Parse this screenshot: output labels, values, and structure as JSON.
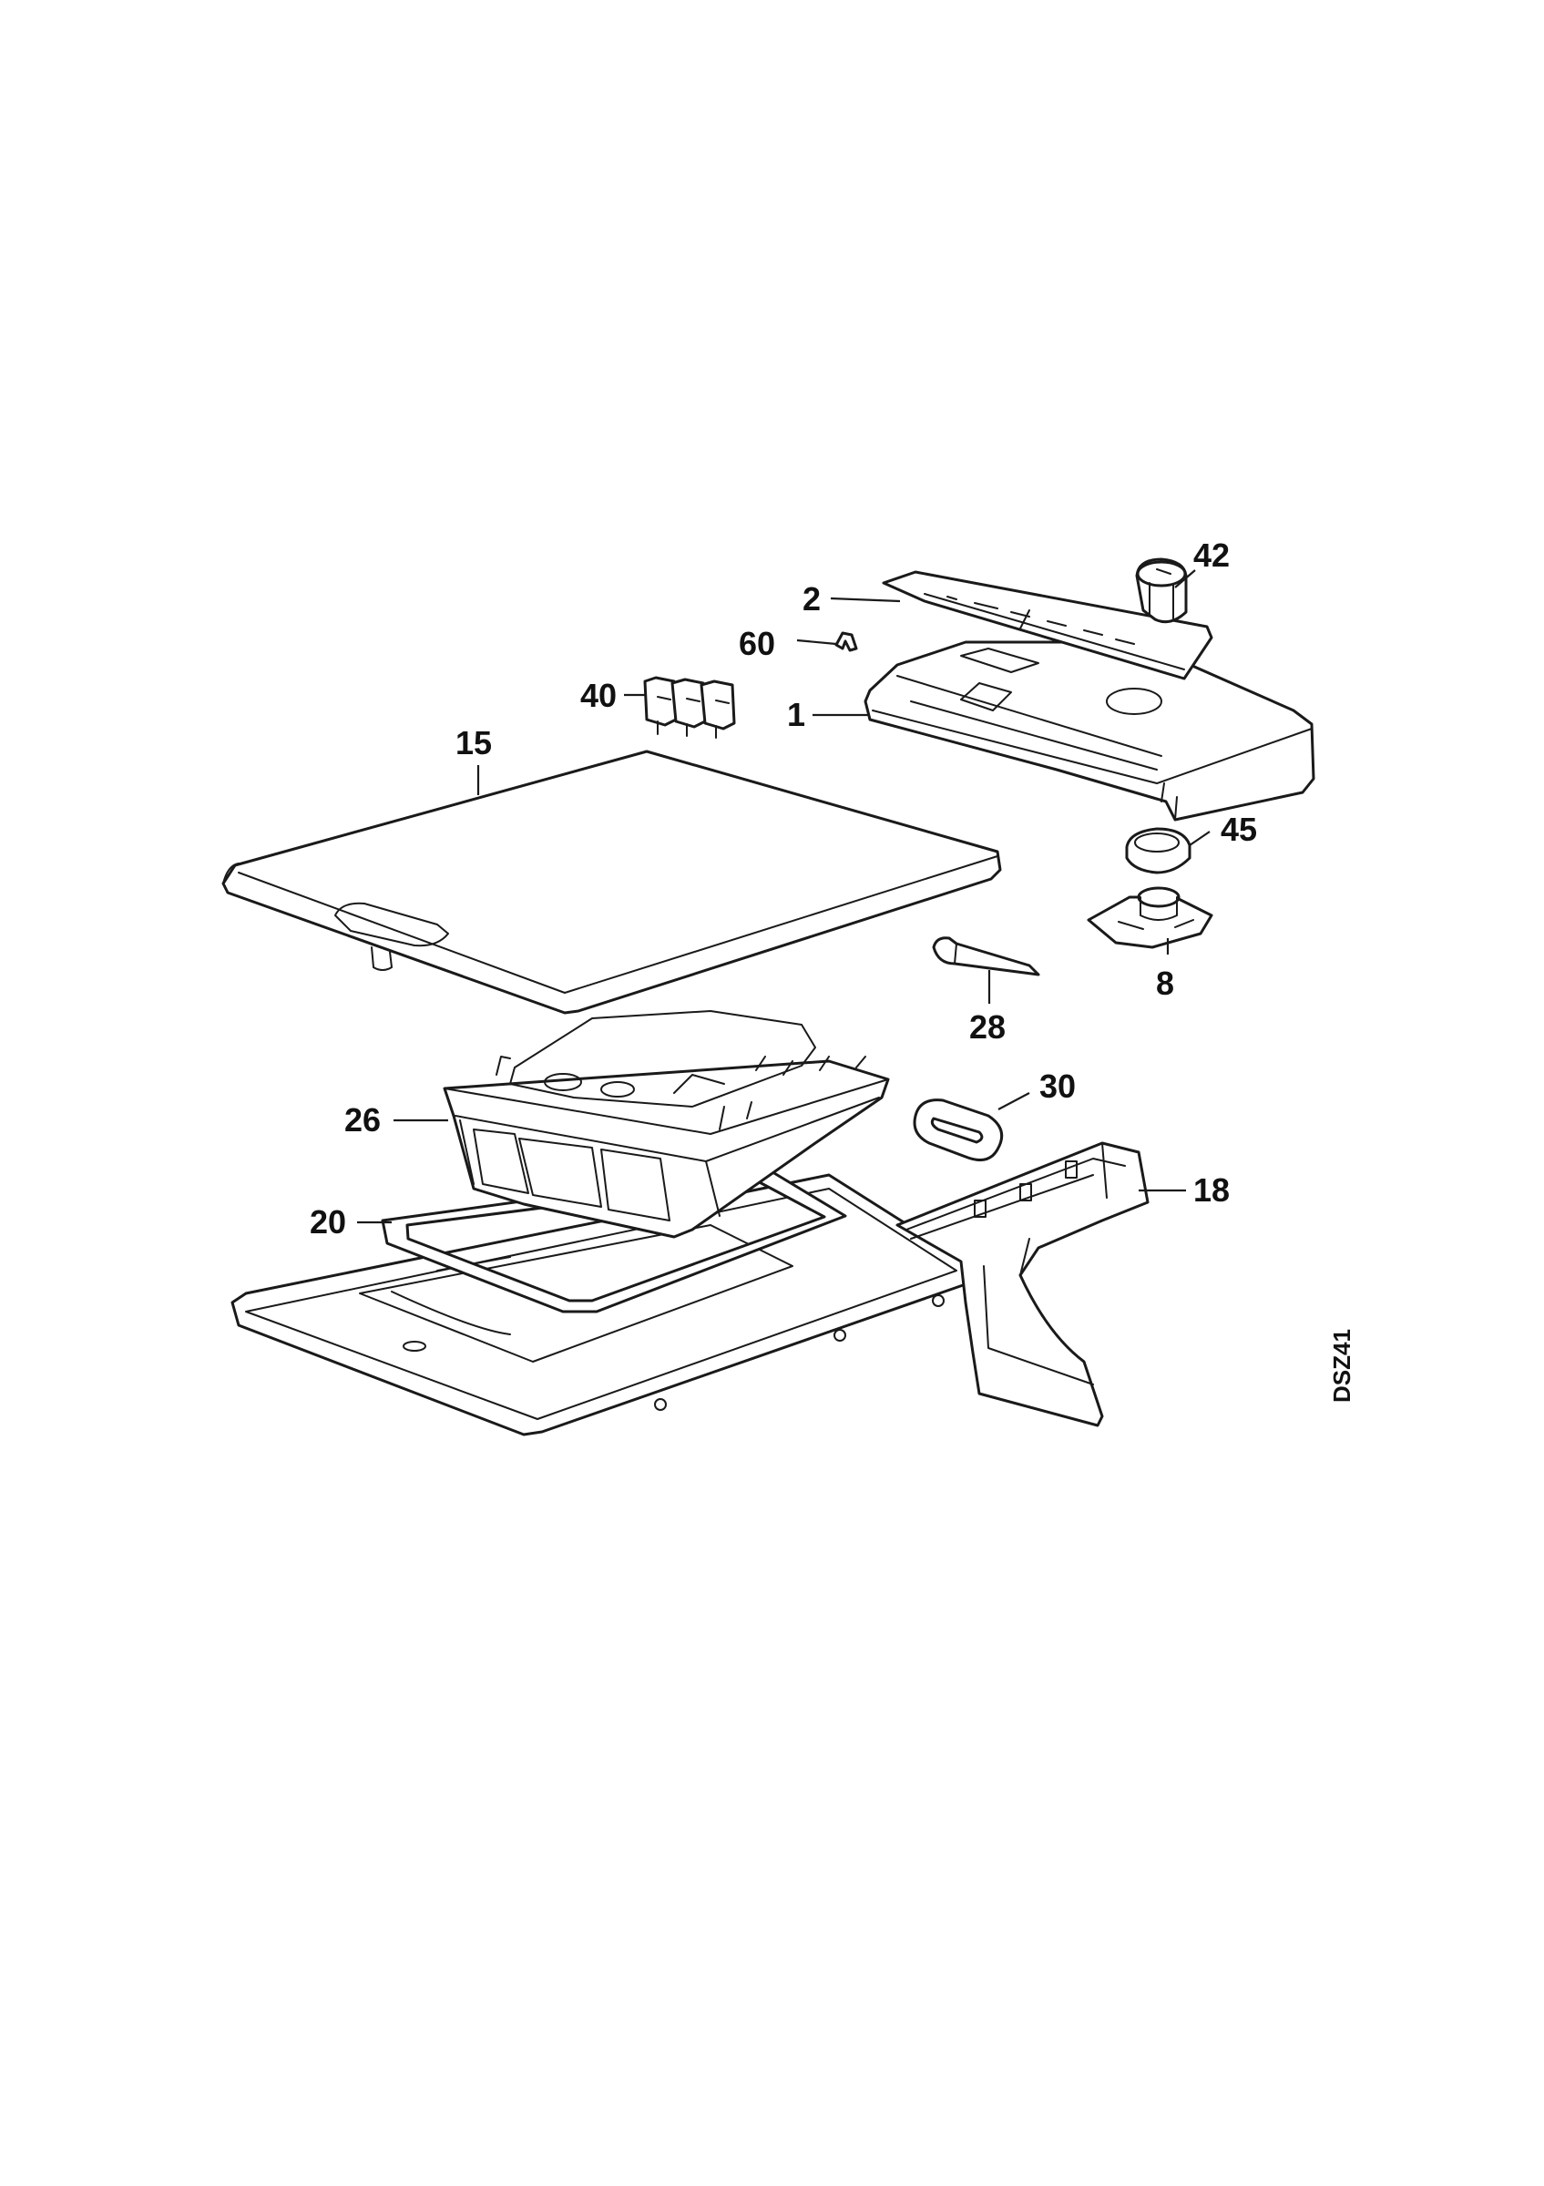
{
  "diagram": {
    "code": "DSZ41",
    "callouts": {
      "c42": "42",
      "c2": "2",
      "c60": "60",
      "c40": "40",
      "c1": "1",
      "c15": "15",
      "c45": "45",
      "c8": "8",
      "c28": "28",
      "c30": "30",
      "c26": "26",
      "c18": "18",
      "c20": "20"
    },
    "colors": {
      "line": "#1a1a1a",
      "background": "#ffffff"
    }
  }
}
